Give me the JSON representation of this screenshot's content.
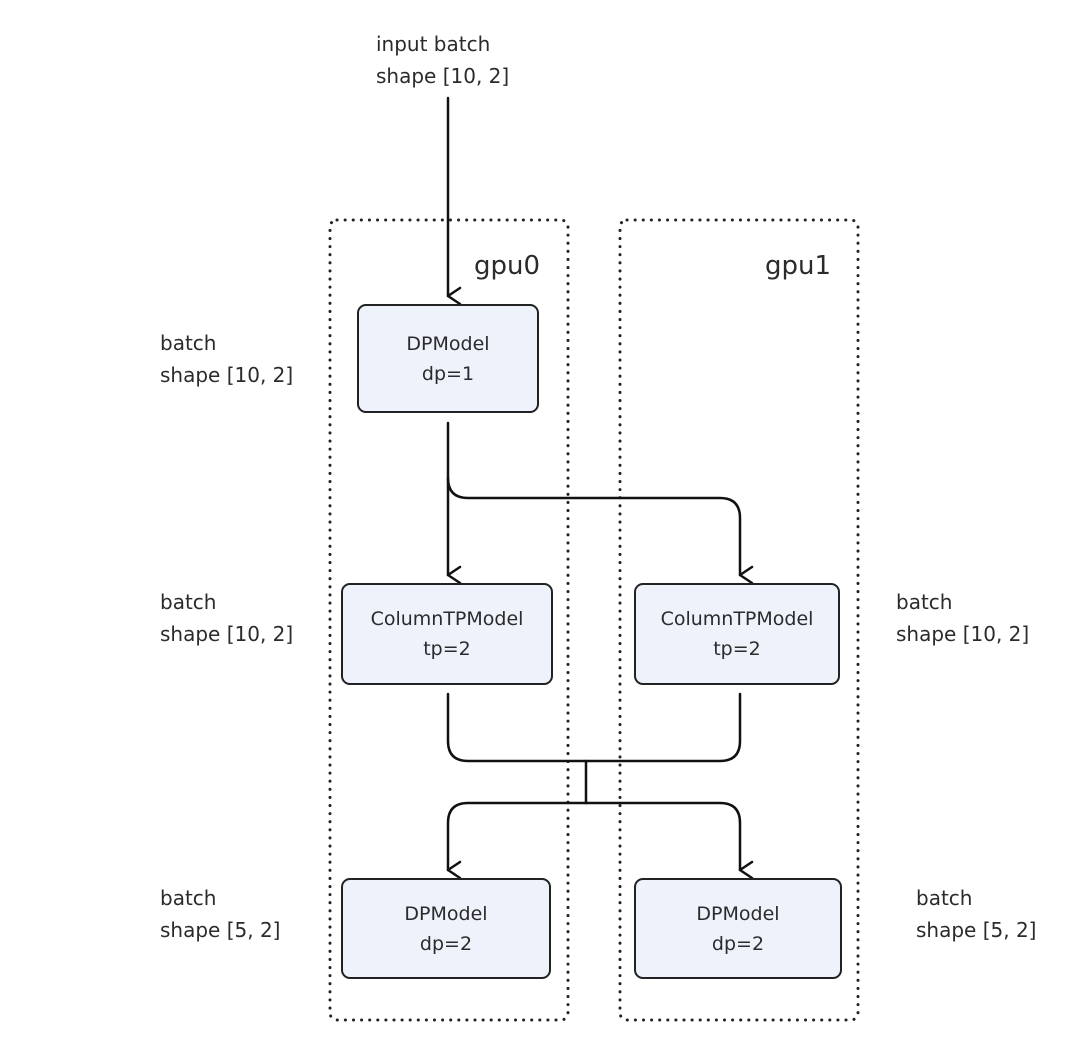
{
  "input": {
    "line1": "input batch",
    "line2": "shape [10, 2]"
  },
  "gpus": [
    {
      "label": "gpu0"
    },
    {
      "label": "gpu1"
    }
  ],
  "nodes": {
    "dp_top": {
      "name": "DPModel",
      "param": "dp=1"
    },
    "tp_left": {
      "name": "ColumnTPModel",
      "param": "tp=2"
    },
    "tp_right": {
      "name": "ColumnTPModel",
      "param": "tp=2"
    },
    "dp_left": {
      "name": "DPModel",
      "param": "dp=2"
    },
    "dp_right": {
      "name": "DPModel",
      "param": "dp=2"
    }
  },
  "side_labels": {
    "top_left": {
      "line1": "batch",
      "line2": "shape [10, 2]"
    },
    "mid_left": {
      "line1": "batch",
      "line2": "shape [10, 2]"
    },
    "mid_right": {
      "line1": "batch",
      "line2": "shape [10, 2]"
    },
    "bottom_left": {
      "line1": "batch",
      "line2": "shape [5, 2]"
    },
    "bottom_right": {
      "line1": "batch",
      "line2": "shape [5, 2]"
    }
  },
  "colors": {
    "node_fill": "#edf2fb",
    "stroke": "#222222",
    "text": "#2b2b2b"
  }
}
